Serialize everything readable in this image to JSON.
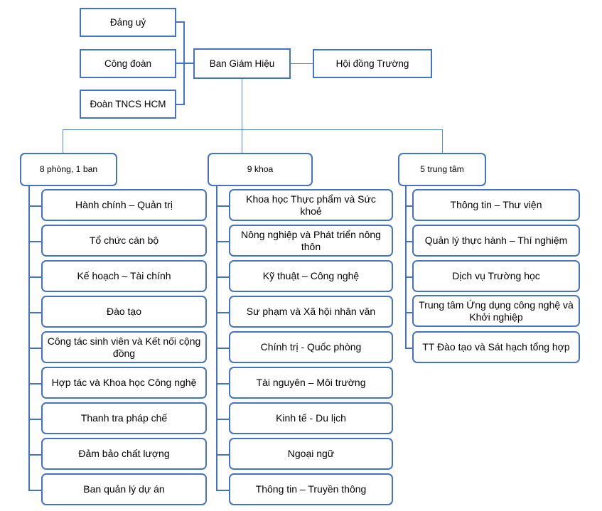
{
  "theme": {
    "border_color": "#4472C4",
    "connector_color": "#4472C4",
    "background": "#ffffff",
    "text_color": "#000000"
  },
  "top_level": {
    "center": {
      "label": "Ban Giám Hiệu"
    },
    "right": {
      "label": "Hội đồng Trường"
    },
    "left_group": [
      {
        "label": "Đảng uỷ"
      },
      {
        "label": "Công đoàn"
      },
      {
        "label": "Đoàn TNCS HCM"
      }
    ]
  },
  "branches": [
    {
      "header": "8 phòng, 1 ban",
      "children": [
        "Hành chính – Quản trị",
        "Tổ chức cán bộ",
        "Kế hoạch – Tài chính",
        "Đào tạo",
        "Công tác sinh viên và Kết nối cộng đồng",
        "Hợp tác và Khoa học Công nghệ",
        "Thanh tra pháp chế",
        "Đảm bảo chất lượng",
        "Ban quản lý dự án"
      ]
    },
    {
      "header": "9 khoa",
      "children": [
        "Khoa học Thực phẩm và Sức khoẻ",
        "Nông nghiệp và Phát triển nông thôn",
        "Kỹ thuật – Công nghệ",
        "Sư phạm và Xã hội nhân văn",
        "Chính trị - Quốc phòng",
        "Tài nguyên – Môi trường",
        "Kinh tế - Du lịch",
        "Ngoại ngữ",
        "Thông tin – Truyền thông"
      ]
    },
    {
      "header": "5 trung tâm",
      "children": [
        "Thông tin – Thư viện",
        "Quản lý thực hành – Thí nghiệm",
        "Dịch vụ Trường học",
        "Trung tâm Ứng dụng công nghệ và Khởi nghiệp",
        "TT Đào tạo và Sát hạch tổng hợp"
      ]
    }
  ]
}
